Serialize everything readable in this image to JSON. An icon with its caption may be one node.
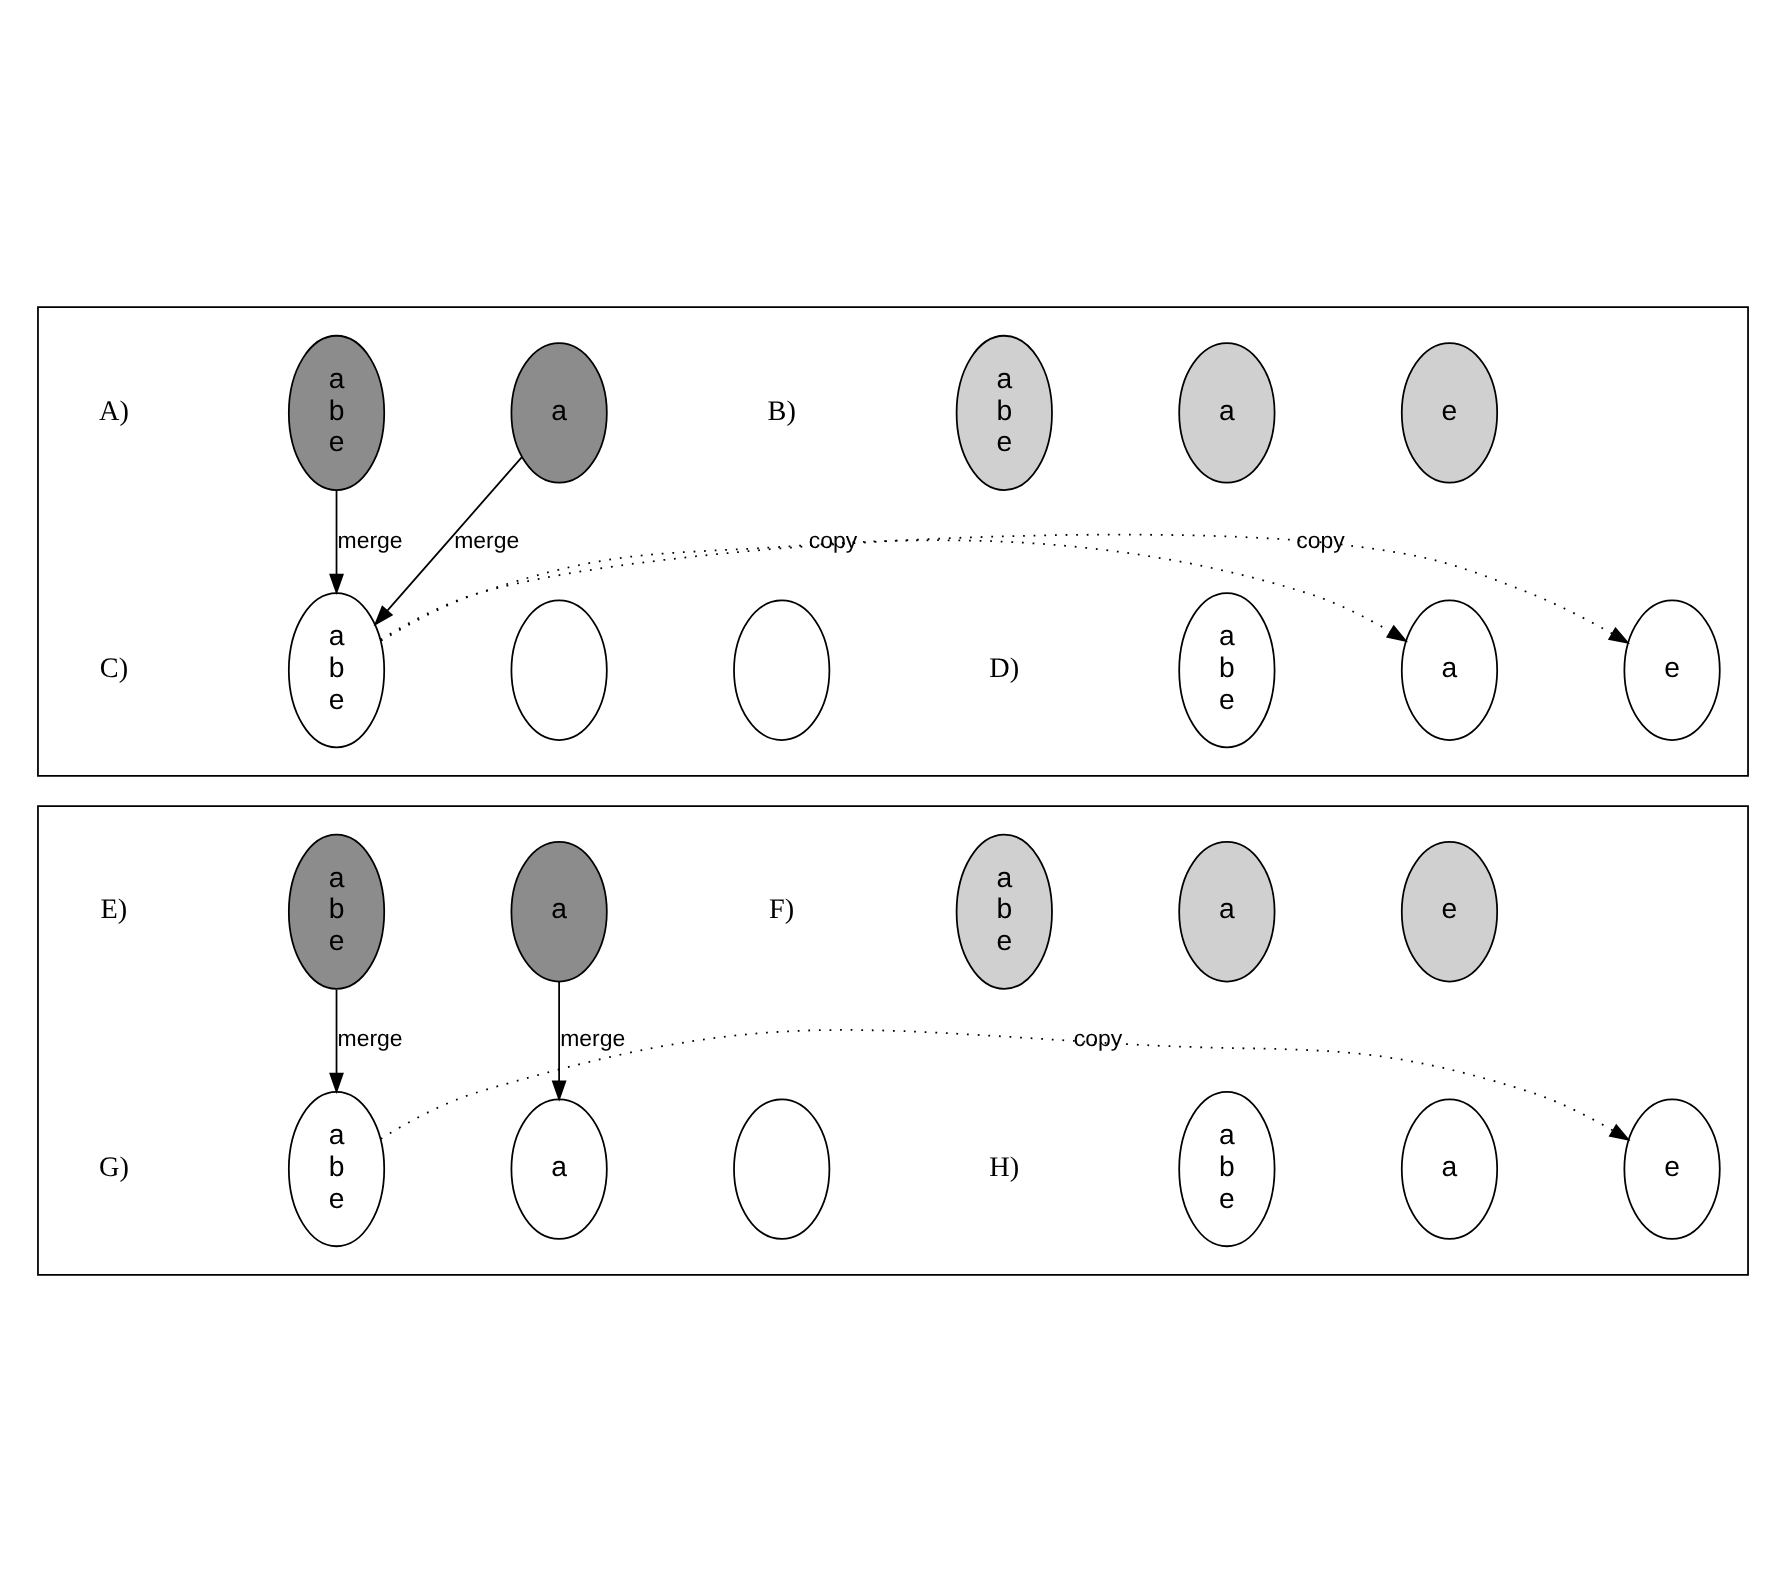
{
  "diagram": {
    "nodes": [
      {
        "text": [],
        "shape": "box"
      },
      {
        "text": [
          "a b e"
        ],
        "in": 0
      },
      {
        "text": [
          "a"
        ],
        "in": 0
      },
      {
        "text": [
          "a b e"
        ],
        "in": 0
      },
      {
        "text": [
          "a"
        ],
        "in": 0
      },
      {
        "text": [
          "e"
        ],
        "in": 0
      },
      {
        "text": [
          "a b e"
        ],
        "in": 0
      },
      {
        "text": [],
        "shape": "ellipse",
        "in": 0
      },
      {
        "text": [],
        "shape": "ellipse",
        "in": 0
      },
      {
        "text": [
          "a b e"
        ],
        "in": 0
      },
      {
        "text": [
          "a"
        ],
        "in": 0
      },
      {
        "text": [
          "e"
        ],
        "in": 0
      },
      {
        "text": [],
        "shape": "box"
      },
      {
        "text": [
          "a b e"
        ],
        "in": 12
      },
      {
        "text": [
          "a"
        ],
        "in": 12
      },
      {
        "text": [
          "a b e"
        ],
        "in": 12
      },
      {
        "text": [
          "a"
        ],
        "in": 12
      },
      {
        "text": [
          "e"
        ],
        "in": 12
      },
      {
        "text": [
          "a b e"
        ],
        "in": 12
      },
      {
        "text": [
          "a"
        ],
        "in": 12
      },
      {
        "text": [],
        "shape": "ellipse",
        "in": 12
      },
      {
        "text": [
          "a b e"
        ],
        "in": 12
      },
      {
        "text": [
          "a"
        ],
        "in": 12
      },
      {
        "text": [
          "e"
        ],
        "in": 12
      }
    ],
    "edges": [
      {
        "from": 1,
        "to": 6,
        "arrow": "to",
        "label": "merge"
      },
      {
        "from": 2,
        "to": 6,
        "arrow": "to",
        "label": "merge"
      },
      {
        "from": 6,
        "to": 10,
        "arrow": "to",
        "label": "copy",
        "style": "dashed"
      },
      {
        "from": 6,
        "to": 11,
        "arrow": "to",
        "label": "copy",
        "style": "dashed"
      },
      {
        "from": 13,
        "to": 18,
        "arrow": "to",
        "label": "merge"
      },
      {
        "from": 14,
        "to": 19,
        "arrow": "to",
        "label": "merge"
      },
      {
        "from": 18,
        "to": 23,
        "arrow": "to",
        "label": "copy",
        "style": "dashed"
      }
    ],
    "labels": [
      "A)",
      "B)",
      "C)",
      "D)",
      "E)",
      "F)",
      "G)",
      "H)"
    ]
  }
}
